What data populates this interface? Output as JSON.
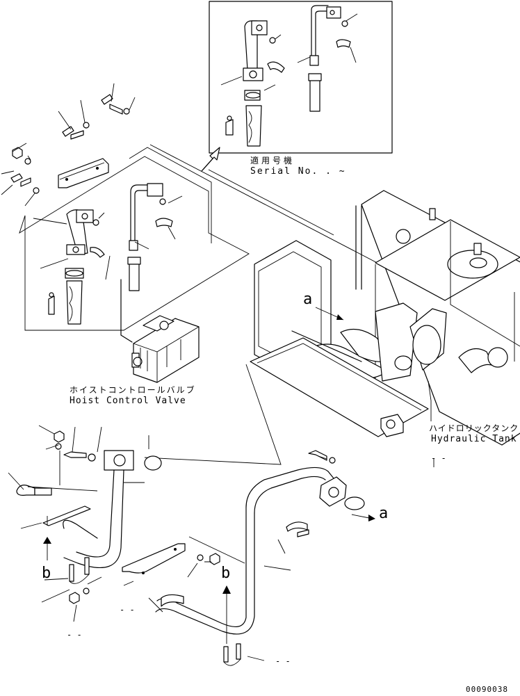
{
  "inset": {
    "serial_jp": "適用号機",
    "serial_en": "Serial No.  .  ~"
  },
  "labels": {
    "hoist_jp": "ホイストコントロールバルブ",
    "hoist_en": "Hoist Control Valve",
    "tank_jp": "ハイドロリックタンク",
    "tank_en": "Hydraulic Tank",
    "view_a_top": "a",
    "view_a_bottom": "a",
    "view_b_left": "b",
    "view_b_right": "b",
    "dash_1": "- -",
    "dash_2": "- -",
    "dash_3": "- -",
    "dash_4": "- -",
    "figure_code": "00090038"
  }
}
